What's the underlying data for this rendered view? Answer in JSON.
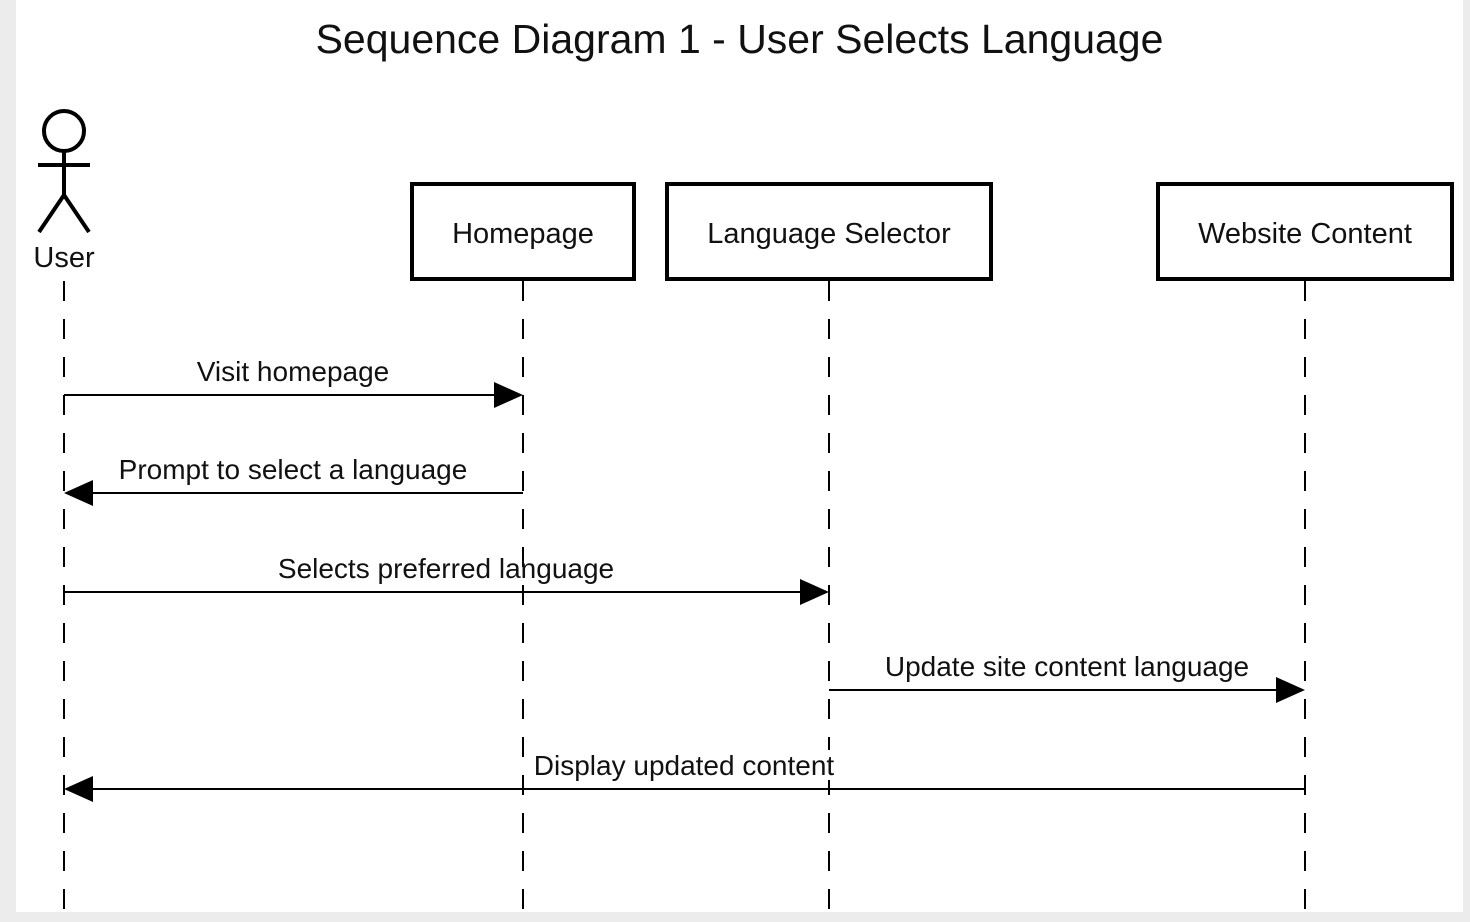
{
  "diagram": {
    "title": "Sequence Diagram 1 - User Selects Language",
    "participants": [
      {
        "id": "user",
        "label": "User",
        "kind": "actor"
      },
      {
        "id": "homepage",
        "label": "Homepage",
        "kind": "box"
      },
      {
        "id": "language-selector",
        "label": "Language Selector",
        "kind": "box"
      },
      {
        "id": "website-content",
        "label": "Website Content",
        "kind": "box"
      }
    ],
    "messages": [
      {
        "from": "user",
        "to": "homepage",
        "label": "Visit homepage"
      },
      {
        "from": "homepage",
        "to": "user",
        "label": "Prompt to select a language"
      },
      {
        "from": "user",
        "to": "language-selector",
        "label": "Selects preferred language"
      },
      {
        "from": "language-selector",
        "to": "website-content",
        "label": "Update site content language"
      },
      {
        "from": "website-content",
        "to": "user",
        "label": "Display updated content"
      }
    ]
  }
}
